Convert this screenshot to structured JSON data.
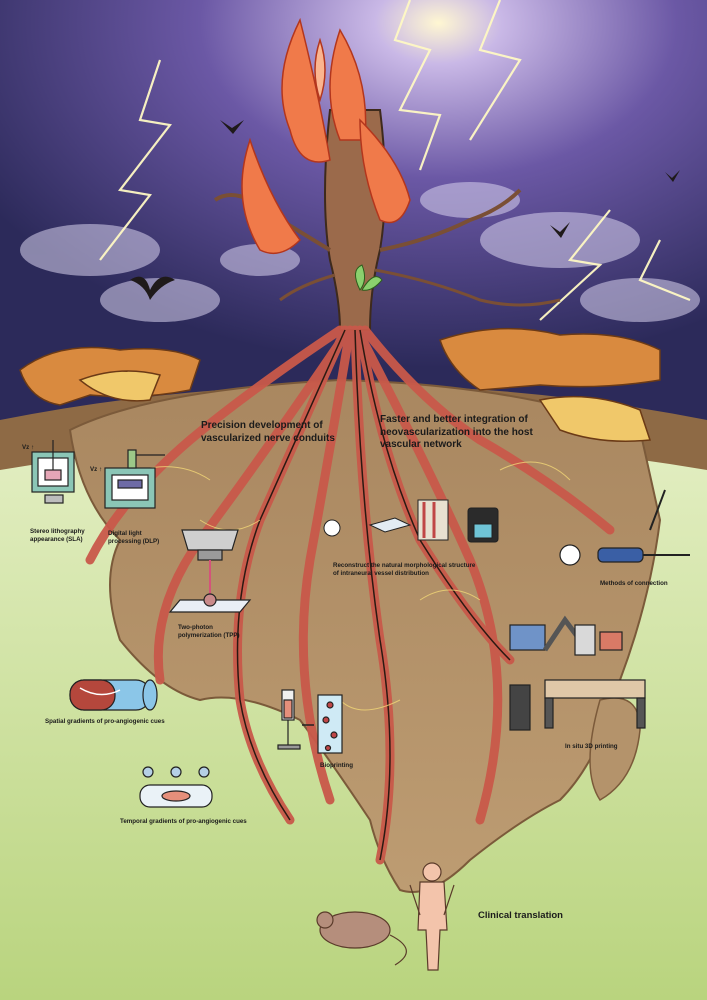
{
  "labels": {
    "precision_l1": "Precision development of",
    "precision_l2": "vascularized nerve conduits",
    "faster_l1": "Faster and better integration of",
    "faster_l2": "neovascularization into the host",
    "faster_l3": "vascular network",
    "sla_l1": "Stereo lithography",
    "sla_l2": "appearance (SLA)",
    "dlp_l1": "Digital light",
    "dlp_l2": "processing (DLP)",
    "tpp_l1": "Two-photon",
    "tpp_l2": "polymerization (TPP)",
    "reconstruct_l1": "Reconstruct the natural morphological structure",
    "reconstruct_l2": "of intraneural vessel distribution",
    "methods": "Methods of connection",
    "spatial": "Spatial gradients of pro-angiogenic cues",
    "temporal": "Temporal  gradients of pro-angiogenic cues",
    "bioprinting": "Bioprinting",
    "insitu": "In situ 3D printing",
    "clinical": "Clinical translation",
    "vz1": "Vz ↑",
    "vz2": "Vz ↑"
  },
  "colors": {
    "sky_top": "#3b2f6e",
    "sky_mid": "#7a6aa8",
    "ground": "#b4936b",
    "grass": "#cfe3a0",
    "root": "#c9594a",
    "flame": "#f07a4a"
  }
}
